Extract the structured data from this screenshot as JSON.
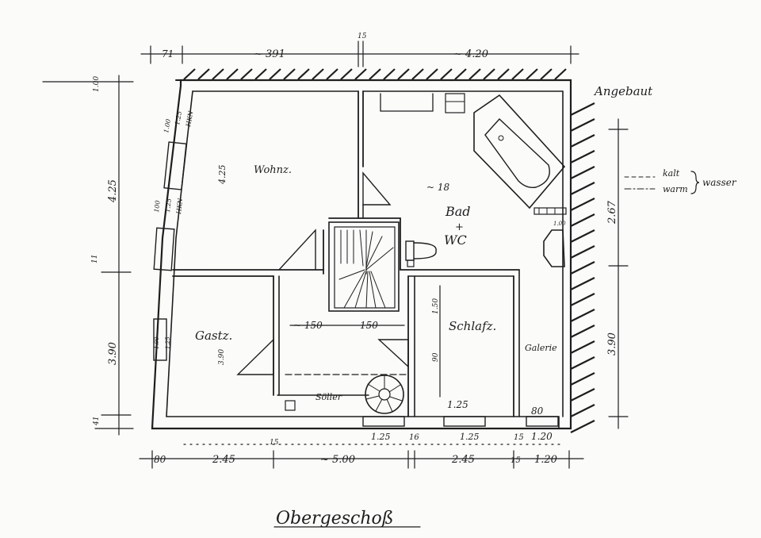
{
  "title": "Obergeschoß",
  "note_attached": "Angebaut",
  "rooms": {
    "wohn": "Wohnz.",
    "bad_line1": "Bad",
    "bad_line2": "+",
    "bad_line3": "WC",
    "gast": "Gastz.",
    "schlaf": "Schlafz.",
    "galerie": "Galerie",
    "soller": "Söller"
  },
  "legend": {
    "kalt": "kalt",
    "warm": "warm",
    "wasser": "wasser"
  },
  "dims_top": {
    "left": "71",
    "mid": "~ 391",
    "small": "15",
    "right": "~ 4.20"
  },
  "dims_bottom_inner": {
    "a": "1.25",
    "b": "16",
    "c": "1.25",
    "d": "15",
    "e": "1.20"
  },
  "dims_bottom": {
    "a": "80",
    "b": "2.45",
    "c": "15",
    "d": "~ 5.00",
    "e": "2.45",
    "f": "15",
    "g": "1.20"
  },
  "dims_left": {
    "top": "1.00",
    "upper": "4.25",
    "lower": "3.90",
    "bottom": "41",
    "side": "11"
  },
  "dims_right": {
    "upper": "2.67",
    "lower": "3.90"
  },
  "dims_inner": {
    "wohn_h": "4.25",
    "stair_w1": "~ 150",
    "stair_w2": "150",
    "gast_h": "3.90",
    "schlaf_w": "1.25",
    "schlaf_h": "1.50",
    "schlaf_90": "90",
    "galerie_80": "80",
    "bad_18": "~ 18",
    "win_l1": "1.00",
    "win_l2": "1.25",
    "win_l3": "HKN",
    "win_l4": "100",
    "win_l5": "1.25",
    "win_l6": "HKN",
    "win_g1": "1.00",
    "win_g2": "1.25",
    "bath_win": "1.00"
  }
}
